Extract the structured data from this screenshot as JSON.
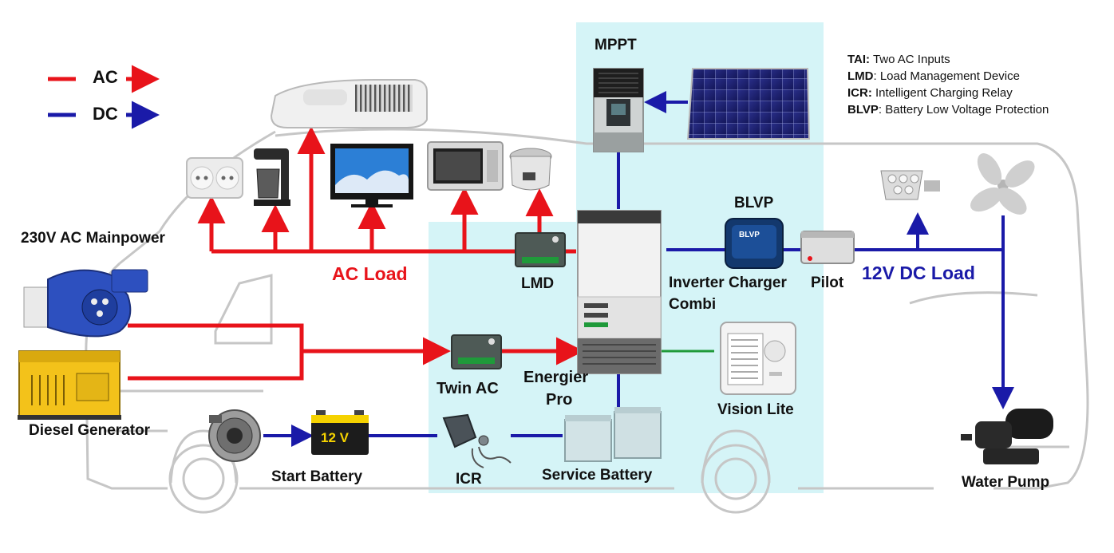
{
  "legend": {
    "ac": "AC",
    "dc": "DC"
  },
  "abbreviations": [
    {
      "abbr": "TAI:",
      "meaning": "Two AC Inputs"
    },
    {
      "abbr": "LMD",
      "meaning": ": Load Management Device"
    },
    {
      "abbr": "ICR:",
      "meaning": "Intelligent Charging Relay"
    },
    {
      "abbr": "BLVP",
      "meaning": ": Battery Low Voltage Protection"
    }
  ],
  "labels": {
    "mppt": "MPPT",
    "mainpower": "230V AC Mainpower",
    "diesel": "Diesel Generator",
    "ac_load": "AC Load",
    "lmd": "LMD",
    "blvp": "BLVP",
    "inverter_line1": "Inverter Charger",
    "inverter_line2": "Combi",
    "pilot": "Pilot",
    "dc_load": "12V DC Load",
    "twin_ac": "Twin AC",
    "energier_line1": "Energier",
    "energier_line2": "Pro",
    "vision_lite": "Vision Lite",
    "start_battery": "Start Battery",
    "icr": "ICR",
    "service_battery": "Service Battery",
    "water_pump": "Water Pump",
    "battery_voltage": "12 V",
    "blvp_device_text": "BLVP"
  },
  "colors": {
    "ac": "#e8131a",
    "dc": "#1a1aa8",
    "data_link": "#1f9a3a",
    "highlight": "#d5f4f7",
    "outline": "#c4c4c4"
  }
}
